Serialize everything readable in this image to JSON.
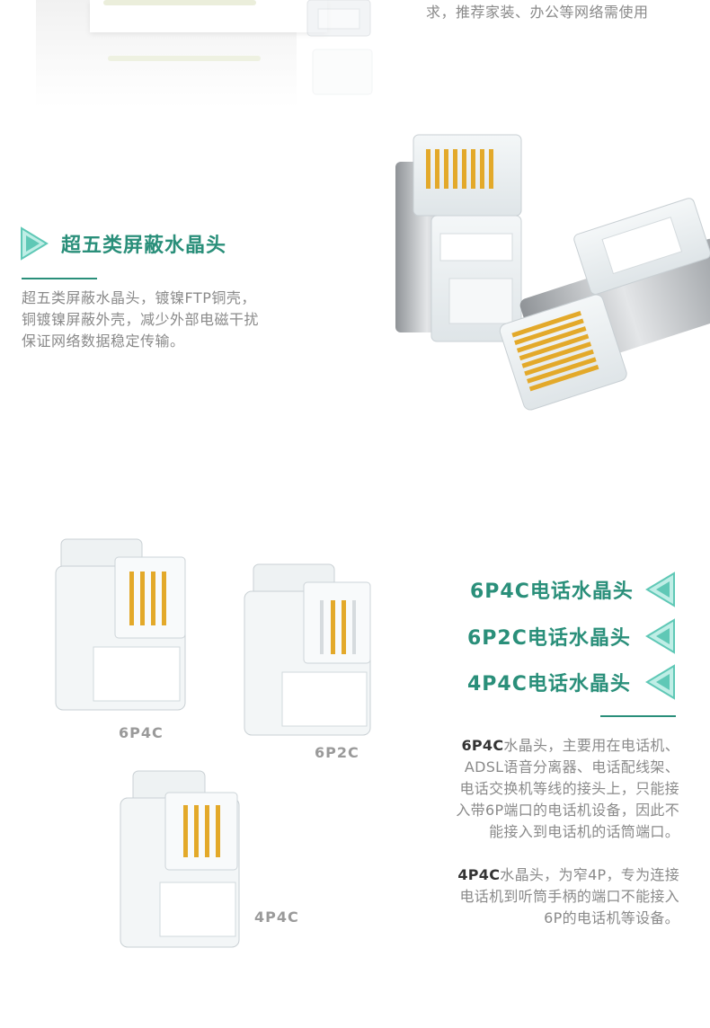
{
  "top": {
    "fragment_text": "求，推荐家装、办公等网络需使用"
  },
  "shielded": {
    "title": "超五类屏蔽水晶头",
    "desc_lines": [
      "超五类屏蔽水晶头，镀镍FTP铜壳，",
      "铜镀镍屏蔽外壳，减少外部电磁干扰",
      "保证网络数据稳定传输。"
    ]
  },
  "phone_plugs": {
    "labels": {
      "p6p4c": "6P4C",
      "p6p2c": "6P2C",
      "p4p4c": "4P4C"
    },
    "titles": [
      "6P4C电话水晶头",
      "6P2C电话水晶头",
      "4P4C电话水晶头"
    ],
    "para1": {
      "bold": "6P4C",
      "lines": [
        "水晶头，主要用在电话机、",
        "ADSL语音分离器、电话配线架、",
        "电话交换机等线的接头上，只能接",
        "入带6P端口的电话机设备，因此不",
        "能接入到电话机的话筒端口。"
      ]
    },
    "para2": {
      "bold": "4P4C",
      "lines": [
        "水晶头，为窄4P，专为连接",
        "电话机到听筒手柄的端口不能接入",
        "6P的电话机等设备。"
      ]
    }
  },
  "colors": {
    "accent": "#2a8f7a",
    "arrow": "#5fc8b6",
    "gold": "#e3a92a"
  }
}
